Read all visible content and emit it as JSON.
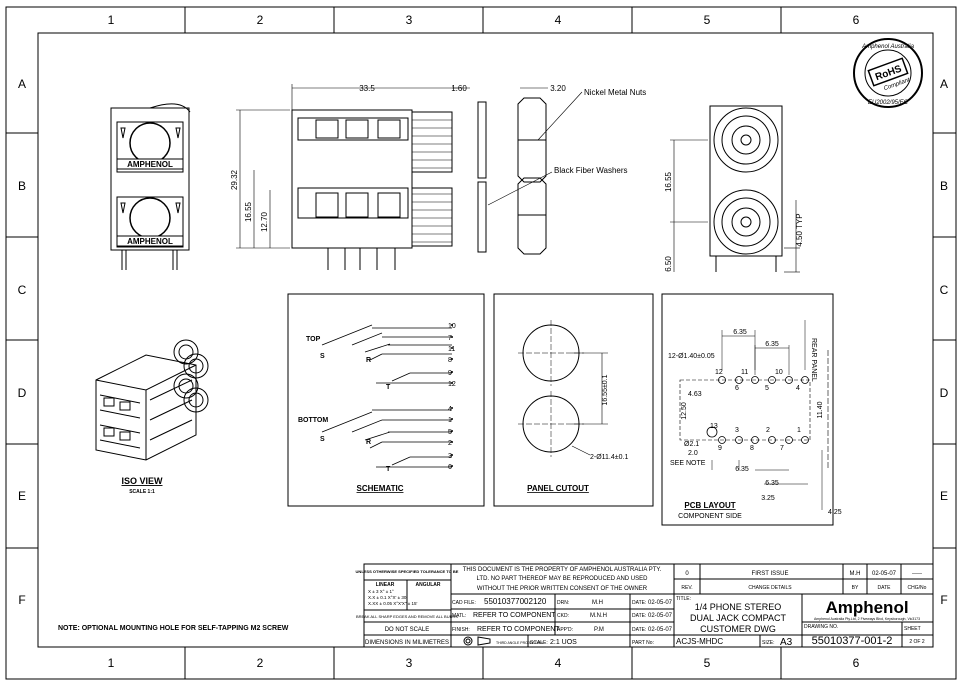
{
  "grid": {
    "cols": [
      "1",
      "2",
      "3",
      "4",
      "5",
      "6"
    ],
    "rows": [
      "A",
      "B",
      "C",
      "D",
      "E",
      "F"
    ]
  },
  "dims": {
    "w33": "33.5",
    "w160": "1.60",
    "w320": "3.20",
    "h2932": "29.32",
    "h1655": "16.55",
    "h1270": "12.70",
    "r1655": "16.55",
    "r650": "6.50",
    "r450": "4.50 TYP"
  },
  "callouts": {
    "nuts": "Nickel Metal Nuts",
    "washers": "Black Fiber Washers"
  },
  "brand_label": "AMPHENOL",
  "iso": {
    "title": "ISO VIEW",
    "scale": "SCALE 1:1"
  },
  "schematic": {
    "title": "SCHEMATIC",
    "top": "TOP",
    "bottom": "BOTTOM",
    "s": "S",
    "r": "R",
    "t": "T",
    "pins_top": [
      "10",
      "7",
      "11",
      "8",
      "9",
      "12"
    ],
    "pins_bottom": [
      "4",
      "1",
      "5",
      "2",
      "3",
      "6"
    ]
  },
  "panel_cutout": {
    "title": "PANEL CUTOUT",
    "dim1": "16.55±0.1",
    "dim2": "2-Ø11.4±0.1"
  },
  "pcb": {
    "title": "PCB LAYOUT",
    "subtitle": "COMPONENT SIDE",
    "rear_panel": "REAR PANEL",
    "holes": "12-Ø1.40±0.05",
    "d635a": "6.35",
    "d635b": "6.35",
    "d635c": "6.35",
    "d635d": "6.35",
    "d463": "4.63",
    "d1250": "12.50",
    "d1140": "11.40",
    "d325": "3.25",
    "d425": "4.25",
    "note_d1": "Ø2.1",
    "note_d2": "2.0",
    "see_note": "SEE NOTE",
    "pin_nums_top": [
      "12",
      "11",
      "10",
      "6",
      "5",
      "4"
    ],
    "pin_nums_bot": [
      "3",
      "2",
      "1",
      "9",
      "8",
      "7"
    ],
    "pin13": "13"
  },
  "rohs": {
    "line1": "Amphenol Australia",
    "line2": "RoHS",
    "line3": "Compliant",
    "line4": "EU2002/95/EC"
  },
  "note": "NOTE: OPTIONAL MOUNTING HOLE FOR SELF-TAPPING M2 SCREW",
  "title_block": {
    "tol_title": "UNLESS OTHERWISE SPECIFIED TOLERANCE TO BE",
    "linear": "LINEAR",
    "angular": "ANGULAR",
    "tol_rows": [
      "X ±   3     X° ±    1°",
      "X.X ± 0.1   X°X' ± 30'",
      "X.XX ± 0.05 X°X'X\" ± 15'"
    ],
    "break_edges": "BREAK ALL SHARP EDGES AND REMOVE ALL BURRS",
    "do_not_scale": "DO NOT SCALE",
    "dimensions": "DIMENSIONS IN MILIMETRES",
    "projection": "THIRD ANGLE PROJECTION",
    "property_text": [
      "THIS DOCUMENT IS THE PROPERTY OF AMPHENOL AUSTRALIA PTY.",
      "LTD.  NO PART THEREOF MAY BE REPRODUCED AND USED",
      "WITHOUT THE PRIOR WRITTEN CONSENT OF THE OWNER"
    ],
    "cad_file_label": "CAD FILE:",
    "cad_file": "55010377002120",
    "matl_label": "MATL:",
    "matl": "REFER TO COMPONENT",
    "finish_label": "FINISH:",
    "finish": "REFER TO COMPONENT",
    "scale_label": "SCALE:",
    "scale": "2:1 UOS",
    "drn_label": "DRN:",
    "drn": "M.H",
    "ckd_label": "CKD:",
    "ckd": "M.N.H",
    "appd_label": "APP'D:",
    "appd": "P.M",
    "date_label": "DATE:",
    "date1": "02-05-07",
    "date2": "02-05-07",
    "date3": "02-05-07",
    "partno_label": "PART No:",
    "partno": "ACJS-MHDC",
    "rev_label": "REV.",
    "rev": "0",
    "change_label": "CHANGE DETAILS",
    "change": "FIRST ISSUE",
    "by_label": "BY",
    "by": "M.H",
    "date_h": "DATE",
    "rev_date": "02-05-07",
    "chg_label": "CHG/No",
    "chg": "-----",
    "title_label": "TITLE:",
    "title_lines": [
      "1/4 PHONE STEREO",
      "DUAL JACK COMPACT",
      "CUSTOMER DWG"
    ],
    "company": "Amphenol",
    "address": "Amphenol Australia Pty.Ltd, 2 Fiveways Blvd, Keysborough, Vic3173",
    "drawing_no_label": "DRAWING NO.",
    "drawing_no": "55010377-001-2",
    "sheet_label": "SHEET",
    "sheet": "2 OF 2",
    "size_label": "SIZE:",
    "size": "A3"
  }
}
